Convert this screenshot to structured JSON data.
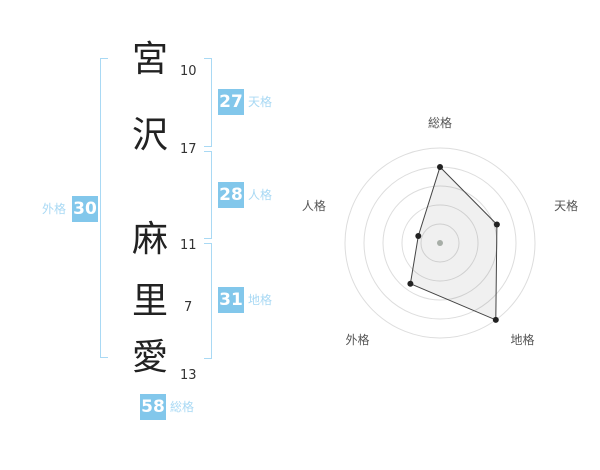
{
  "name": {
    "chars": [
      {
        "char": "宮",
        "strokes": "10"
      },
      {
        "char": "沢",
        "strokes": "17"
      },
      {
        "char": "麻",
        "strokes": "11"
      },
      {
        "char": "里",
        "strokes": "7"
      },
      {
        "char": "愛",
        "strokes": "13"
      }
    ]
  },
  "badges": {
    "tenkaku": {
      "value": "27",
      "label": "天格"
    },
    "jinkaku": {
      "value": "28",
      "label": "人格"
    },
    "chikaku": {
      "value": "31",
      "label": "地格"
    },
    "gaikaku": {
      "value": "30",
      "label": "外格"
    },
    "soukaku": {
      "value": "58",
      "label": "総格"
    }
  },
  "chart_data": {
    "type": "radar",
    "title": "",
    "categories": [
      "総格",
      "天格",
      "地格",
      "外格",
      "人格"
    ],
    "values": [
      80,
      63,
      100,
      53,
      24
    ],
    "max": 100,
    "rings": 5,
    "grid": "concentric-circles",
    "legend": "none",
    "fill_color": "rgba(0,0,0,0.06)",
    "stroke_color": "#444444",
    "point_color": "#222222",
    "ring_color": "#dddddd",
    "label_color": "#555555"
  },
  "colors": {
    "accent_badge": "#82c7eb",
    "accent_label": "#a9d9f4",
    "text": "#222222"
  }
}
